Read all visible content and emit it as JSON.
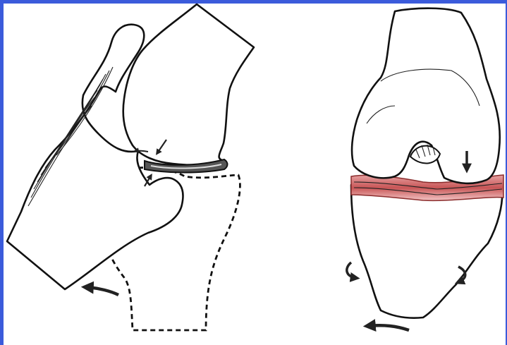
{
  "figure": {
    "background_color": "#3b5bdb",
    "panels": [
      {
        "id": "lateral-view",
        "icons": [
          "femur-outline",
          "patella-tendon",
          "tibia-dashed-outline",
          "meniscus-wedge",
          "compression-arrows",
          "rotation-arrow"
        ]
      },
      {
        "id": "frontal-view",
        "icons": [
          "femur-outline",
          "tibia-outline",
          "meniscus-tear-red",
          "downward-arrow",
          "rotation-arrows"
        ]
      }
    ],
    "accent_colors": {
      "meniscus": "#d9696b",
      "meniscus_dark": "#c0392b",
      "arrow": "#222222"
    }
  }
}
